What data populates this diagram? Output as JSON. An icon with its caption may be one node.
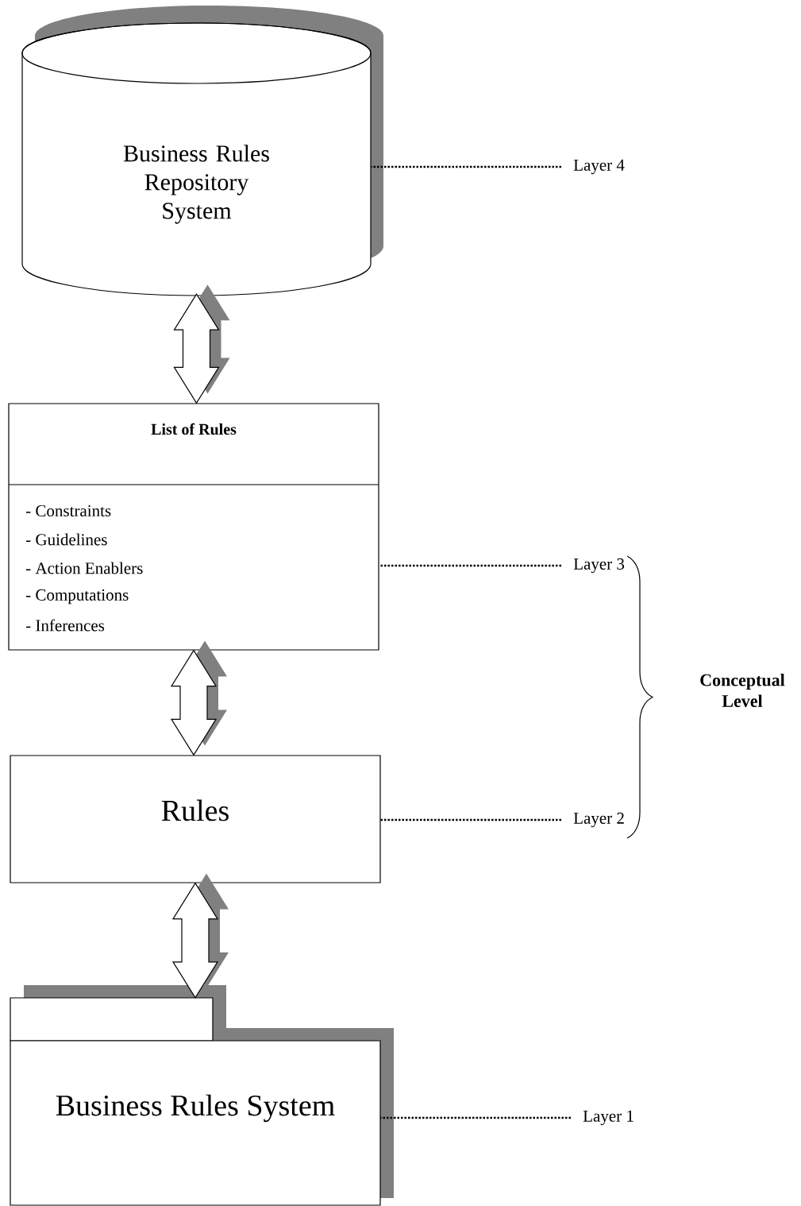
{
  "diagram": {
    "nodes": [
      {
        "text": [
          "Business Rules Repository System"
        ]
      },
      {
        "text": [
          "List of Rules",
          "- Constraints",
          "- Guidelines",
          "- Action Enablers",
          "- Computations",
          "- Inferences"
        ]
      },
      {
        "text": [
          "Rules"
        ]
      },
      {
        "text": [
          "Business Rules System"
        ]
      },
      {
        "text": [
          "Layer 4"
        ]
      },
      {
        "text": [
          "Layer 3"
        ]
      },
      {
        "text": [
          "Layer 2"
        ]
      },
      {
        "text": [
          "Layer 1"
        ]
      }
    ],
    "edges": [
      {
        "from": 0,
        "to": 1,
        "arrow": "both"
      },
      {
        "from": 1,
        "to": 2,
        "arrow": "both"
      },
      {
        "from": 2,
        "to": 3,
        "arrow": "both"
      },
      {
        "from": 4,
        "to": 0,
        "arrow": "none",
        "style": "dashed"
      },
      {
        "from": 5,
        "to": 1,
        "arrow": "none",
        "style": "dashed"
      },
      {
        "from": 6,
        "to": 2,
        "arrow": "none",
        "style": "dashed"
      },
      {
        "from": 7,
        "to": 3,
        "arrow": "none",
        "style": "dashed"
      }
    ],
    "labels": [
      "Conceptual Level"
    ]
  }
}
